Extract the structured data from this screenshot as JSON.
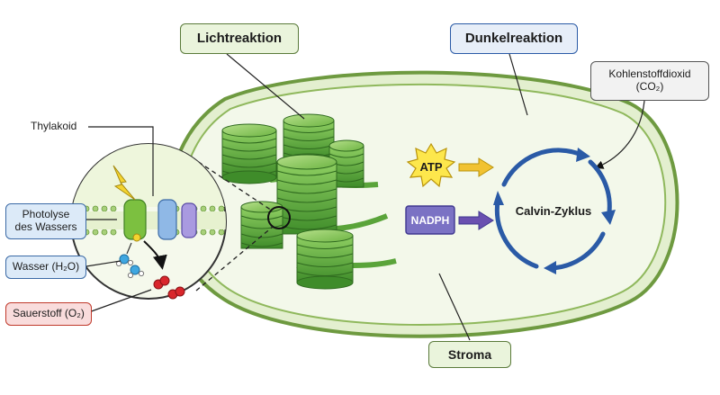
{
  "labels": {
    "lichtreaktion": "Lichtreaktion",
    "dunkelreaktion": "Dunkelreaktion",
    "co2_line1": "Kohlenstoffdioxid",
    "co2_line2": "(CO₂)",
    "thylakoid": "Thylakoid",
    "photolyse_line1": "Photolyse",
    "photolyse_line2": "des Wassers",
    "wasser": "Wasser (H₂O)",
    "sauerstoff": "Sauerstoff (O₂)",
    "atp": "ATP",
    "nadph": "NADPH",
    "calvin": "Calvin-Zyklus",
    "stroma": "Stroma"
  },
  "colors": {
    "membrane_outer": "#7ca64a",
    "membrane_inner": "#dfeec0",
    "stroma_fill": "#f1f7e6",
    "thylakoid_green": "#5aa43a",
    "lichtreaktion_box": "#eaf4dc",
    "dunkelreaktion_box": "#e7eef8",
    "co2_box": "#f2f2f2",
    "photolyse_box": "#dceaf8",
    "wasser_box": "#dceaf8",
    "sauerstoff_box": "#f9dcdc",
    "stroma_box": "#eaf4dc",
    "atp_star": "#fde74c",
    "nadph_box": "#7b72c4",
    "cycle_blue": "#2a5aa6",
    "arrow_yellow": "#e8b820",
    "arrow_purple": "#6a50b0"
  },
  "icons": [
    "lightning-icon",
    "water-molecule-icon",
    "oxygen-molecule-icon",
    "cycle-arrow-icon"
  ]
}
